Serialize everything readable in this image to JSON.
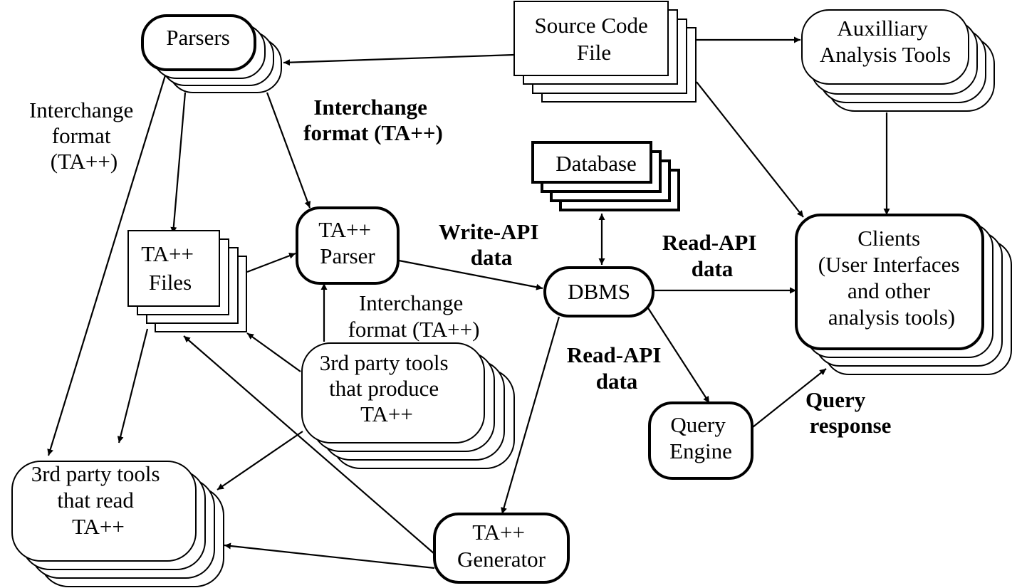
{
  "nodes": {
    "parsers": {
      "lines": [
        "Parsers"
      ]
    },
    "source_code_file": {
      "lines": [
        "Source Code",
        "File"
      ]
    },
    "aux_tools": {
      "lines": [
        "Auxilliary",
        "Analysis Tools"
      ]
    },
    "database": {
      "lines": [
        "Database"
      ]
    },
    "ta_files": {
      "lines": [
        "TA++",
        "Files"
      ]
    },
    "ta_parser": {
      "lines": [
        "TA++",
        "Parser"
      ]
    },
    "dbms": {
      "lines": [
        "DBMS"
      ]
    },
    "clients": {
      "lines": [
        "Clients",
        "(User Interfaces",
        "and other",
        "analysis tools)"
      ]
    },
    "third_produce": {
      "lines": [
        "3rd party tools",
        "that produce",
        "TA++"
      ]
    },
    "query_engine": {
      "lines": [
        "Query",
        "Engine"
      ]
    },
    "third_read": {
      "lines": [
        "3rd party tools",
        "that read",
        "TA++"
      ]
    },
    "ta_generator": {
      "lines": [
        "TA++",
        "Generator"
      ]
    }
  },
  "edge_labels": {
    "interchange_left": {
      "lines": [
        "Interchange",
        "format",
        "(TA++)"
      ],
      "bold": false
    },
    "interchange_top": {
      "lines": [
        "Interchange",
        "format (TA++)"
      ],
      "bold": true
    },
    "write_api": {
      "lines": [
        "Write-API",
        "data"
      ],
      "bold": true
    },
    "read_api_right": {
      "lines": [
        "Read-API",
        "data"
      ],
      "bold": true
    },
    "interchange_mid": {
      "lines": [
        "Interchange",
        "format (TA++)"
      ],
      "bold": false
    },
    "read_api_bottom": {
      "lines": [
        "Read-API",
        "data"
      ],
      "bold": true
    },
    "query_response": {
      "lines": [
        "Query",
        "response"
      ],
      "bold": true
    }
  }
}
